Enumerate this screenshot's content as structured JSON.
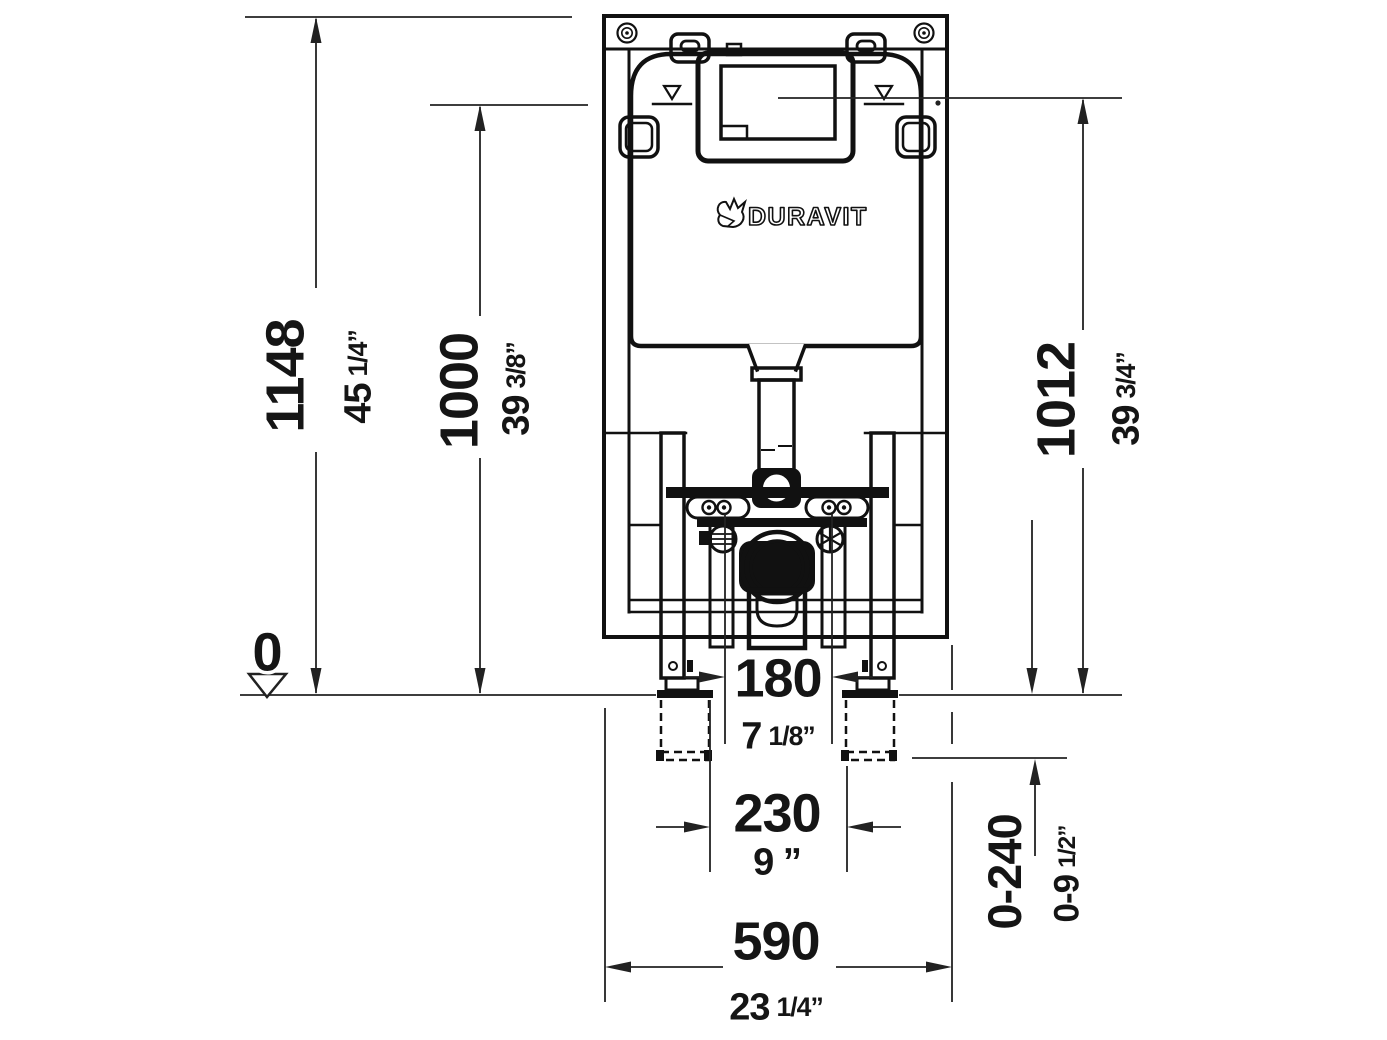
{
  "brand": {
    "name": "DURAVIT"
  },
  "datum": {
    "label": "0"
  },
  "dimensions": {
    "total_height": {
      "metric": "1148",
      "imperial": "45 1/4”"
    },
    "cistern_top_height": {
      "metric": "1000",
      "imperial": "39 3/8”"
    },
    "actuator_height": {
      "metric": "1012",
      "imperial": "39 3/4”"
    },
    "connector_spacing": {
      "metric": "180",
      "imperial": "7 1/8”"
    },
    "fixing_spacing": {
      "metric": "230",
      "imperial": "9 ”"
    },
    "frame_width": {
      "metric": "590",
      "imperial": "23 1/4”"
    },
    "foot_adjustment": {
      "metric": "0-240",
      "imperial": "0-9 1/2”"
    }
  }
}
